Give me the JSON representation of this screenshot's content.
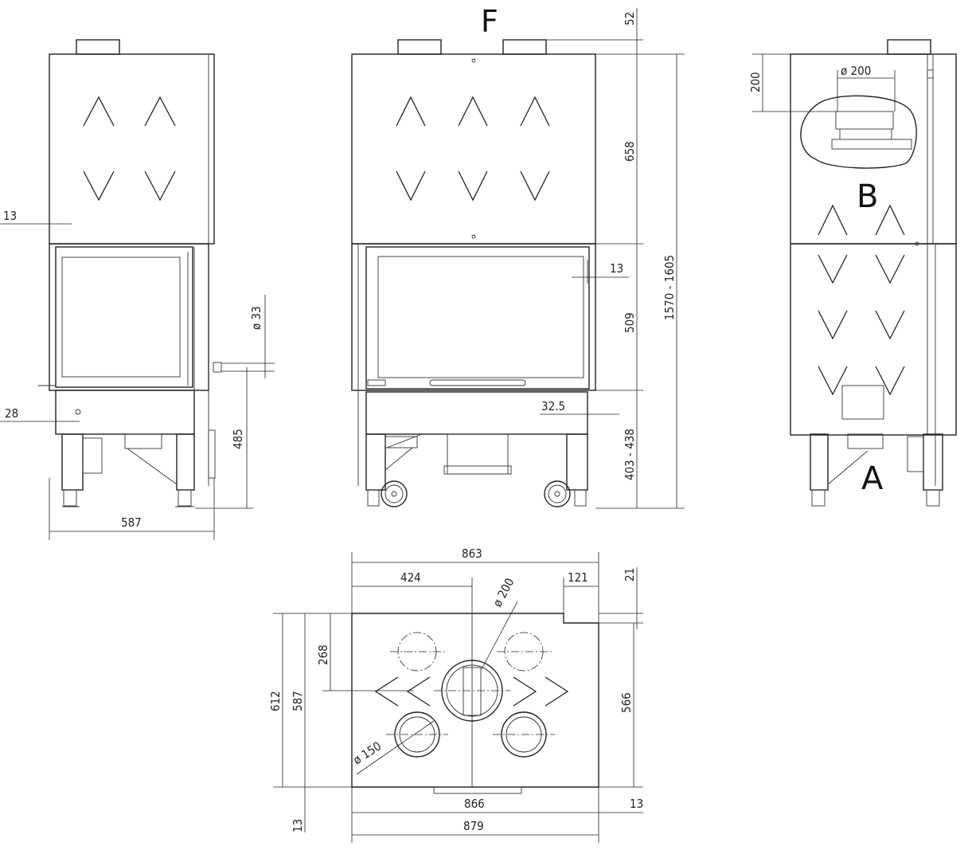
{
  "labels": {
    "view_front": "F",
    "detail_b": "B",
    "detail_a": "A"
  },
  "dimensions": {
    "left_view": {
      "offset_top": "13",
      "pipe_diameter": "ø 33",
      "offset_bottom": "28",
      "pipe_height": "485",
      "width": "587"
    },
    "front_view": {
      "top_spigot": "52",
      "upper_section": "658",
      "door_height": "509",
      "total_height": "1570 - 1605",
      "door_offset": "13",
      "plinth_offset": "32.5",
      "base_height": "403 - 438"
    },
    "side_view": {
      "flue_height": "200",
      "flue_diameter": "ø 200"
    },
    "plan_view": {
      "overall_width": "863",
      "half_width": "424",
      "corner_width": "121",
      "corner_depth": "21",
      "flue_diameter": "ø 200",
      "inlet_diameter": "ø 150",
      "inlet_offset": "268",
      "depth_outer": "612",
      "depth_inner": "587",
      "depth_right": "566",
      "base_width": "866",
      "total_width": "879",
      "side_offset_right": "13",
      "side_offset_left": "13"
    }
  }
}
